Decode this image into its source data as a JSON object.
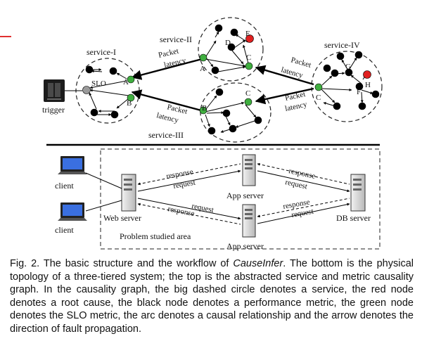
{
  "figure": {
    "services": {
      "service1": "service-I",
      "service2": "service-II",
      "service3": "service-III",
      "service4": "service-IV"
    },
    "nodes": {
      "slo": "SLO",
      "a": "A",
      "b": "B",
      "c": "C",
      "d": "D",
      "e": "E",
      "f": "F",
      "g": "G",
      "h": "H"
    },
    "edge_label_packet": "Packet",
    "edge_label_latency": "latency",
    "trigger": "trigger",
    "bottom": {
      "client": "client",
      "web_server": "Web server",
      "app_server": "App server",
      "db_server": "DB server",
      "request": "request",
      "response": "response",
      "area": "Problem studied area"
    },
    "colors": {
      "root_cause": "#e02020",
      "slo_metric": "#3fae3f",
      "performance_metric": "#000000",
      "trigger_node": "#9a9a9a"
    }
  },
  "caption": {
    "prefix": "Fig. 2. The basic structure and the workflow of ",
    "italic": "CauseInfer",
    "suffix": ". The bottom is the physical topology of a three-tiered system; the top is the abstracted service and metric causality graph. In the causality graph, the big dashed circle denotes a service, the red node denotes a root cause, the black node denotes a performance metric, the green node denotes the SLO metric, the arc denotes a causal relationship and the arrow denotes the direction of fault propagation."
  }
}
